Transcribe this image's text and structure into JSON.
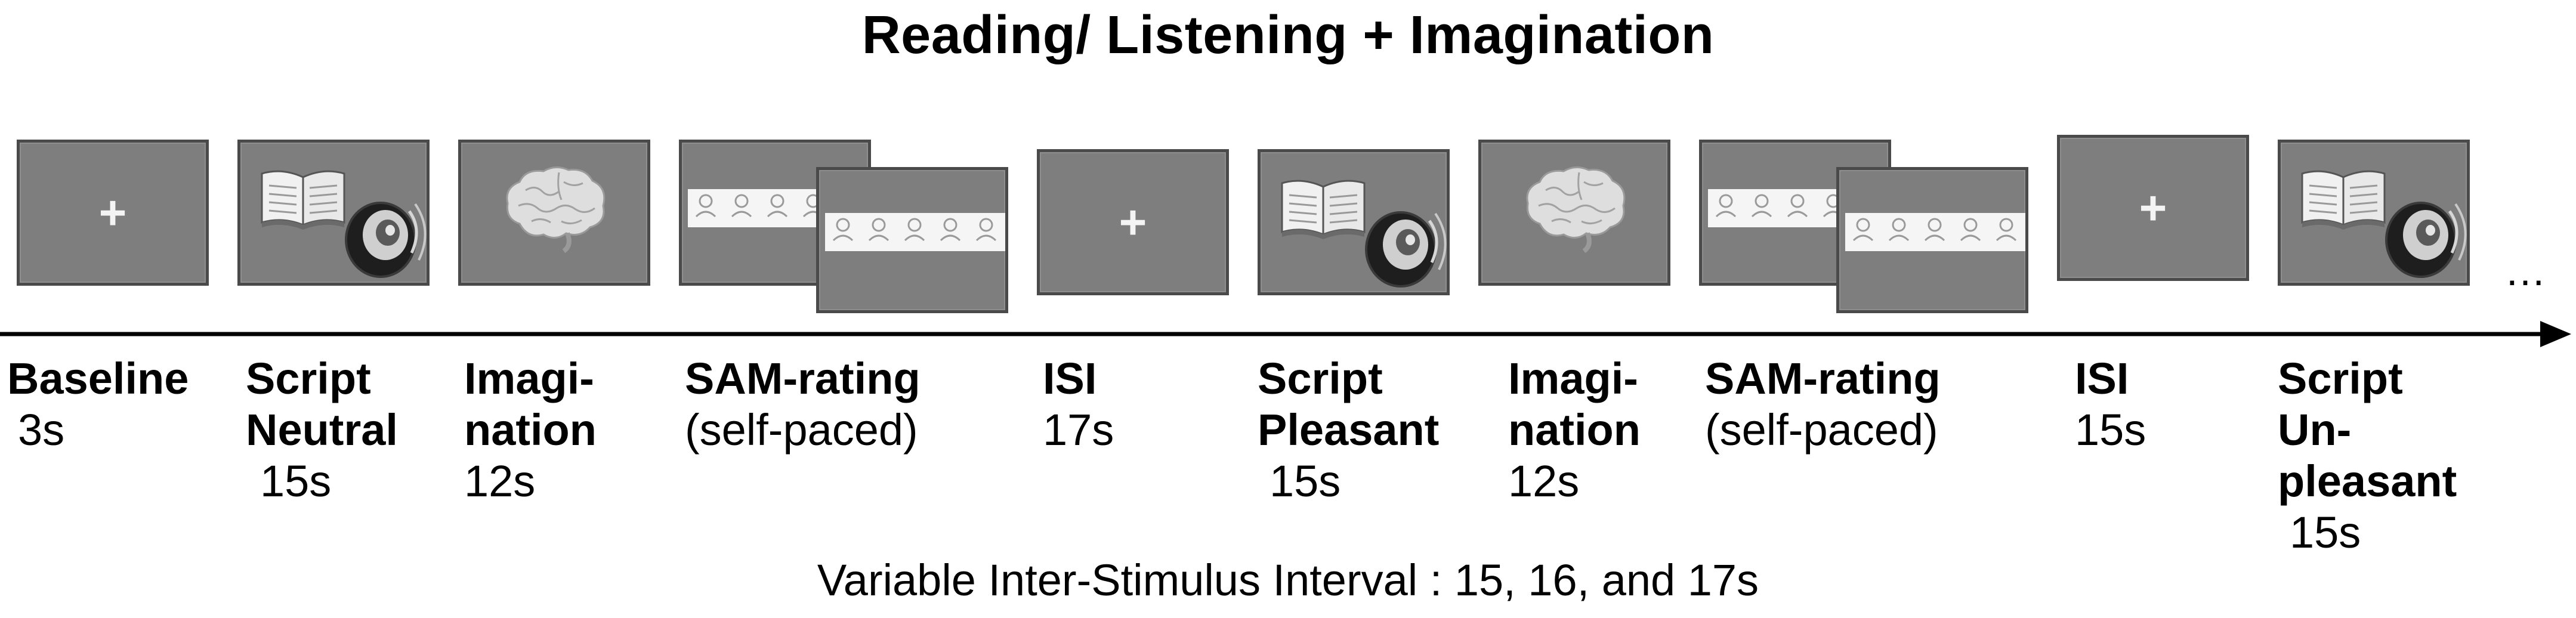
{
  "title": "Reading/ Listening + Imagination",
  "caption": "Variable Inter-Stimulus Interval : 15, 16, and 17s",
  "ellipsis": "…",
  "screen_color": "#7e7e7e",
  "steps": [
    {
      "label_bold": [
        "Baseline"
      ],
      "label_normal": [],
      "duration": "3s",
      "icon": "fixation-cross",
      "cross": "+"
    },
    {
      "label_bold": [
        "Script",
        "Neutral"
      ],
      "label_normal": [],
      "duration": "15s",
      "icon": "book-speaker-icon"
    },
    {
      "label_bold": [
        "Imagi-",
        "nation"
      ],
      "label_normal": [],
      "duration": "12s",
      "icon": "brain-icon"
    },
    {
      "label_bold": [
        "SAM-rating"
      ],
      "label_normal": [
        "(self-paced)"
      ],
      "duration": "",
      "icon": "sam-scale-icon"
    },
    {
      "label_bold": [
        "ISI"
      ],
      "label_normal": [],
      "duration": "17s",
      "icon": "fixation-cross",
      "cross": "+"
    },
    {
      "label_bold": [
        "Script",
        "Pleasant"
      ],
      "label_normal": [],
      "duration": "15s",
      "icon": "book-speaker-icon"
    },
    {
      "label_bold": [
        "Imagi-",
        "nation"
      ],
      "label_normal": [],
      "duration": "12s",
      "icon": "brain-icon"
    },
    {
      "label_bold": [
        "SAM-rating"
      ],
      "label_normal": [
        "(self-paced)"
      ],
      "duration": "",
      "icon": "sam-scale-icon"
    },
    {
      "label_bold": [
        "ISI"
      ],
      "label_normal": [],
      "duration": "15s",
      "icon": "fixation-cross",
      "cross": "+"
    },
    {
      "label_bold": [
        "Script",
        "Un-",
        "pleasant"
      ],
      "label_normal": [],
      "duration": "15s",
      "icon": "book-speaker-icon"
    }
  ]
}
